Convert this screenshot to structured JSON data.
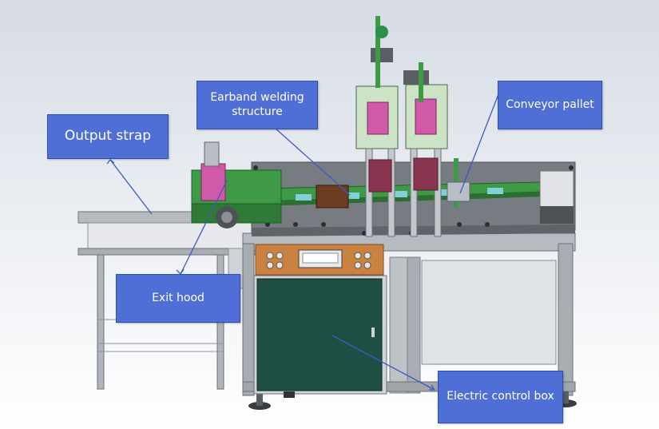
{
  "labels": {
    "output_strap": "Output strap",
    "earband_welding": "Earband welding structure",
    "conveyor_pallet": "Conveyor pallet",
    "exit_hood": "Exit hood",
    "electric_control_box": "Electric control box"
  },
  "colors": {
    "callout_fill": "#4f6fd6",
    "callout_text": "#ffffff",
    "frame": "#9ea3a8",
    "table_top": "#6f7479",
    "control_box": "#1f4f44",
    "orange_panel": "#c9823f",
    "accent_pink": "#d15aa8",
    "accent_green": "#3f9a45",
    "pointer": "#3b5bc0"
  },
  "icons": {
    "pointer_arrows": "thin-arrow-lines"
  }
}
